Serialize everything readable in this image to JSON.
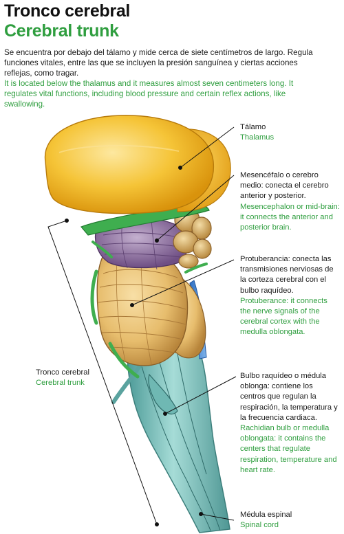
{
  "title": {
    "es": "Tronco cerebral",
    "en": "Cerebral trunk"
  },
  "intro": {
    "es": "Se encuentra por debajo del tálamo y mide cerca de siete centímetros de largo. Regula funciones vitales, entre las que se incluyen la presión sanguínea y ciertas acciones reflejas, como tragar.",
    "en": "It is located below the thalamus and it measures almost seven centimeters long. It regulates vital functions, including blood pressure and certain reflex actions, like swallowing."
  },
  "labels": {
    "thalamus": {
      "es": "Tálamo",
      "en": "Thalamus"
    },
    "midbrain": {
      "es": "Mesencéfalo o cerebro medio: conecta el cerebro anterior y posterior.",
      "en": "Mesencephalon or mid-brain: it connects the anterior and posterior brain."
    },
    "protuberance": {
      "es": "Protuberancia: conecta las transmisiones nerviosas de la corteza cerebral con el bulbo raquídeo.",
      "en": "Protuberance: it connects the nerve signals of the cerebral cortex with the medulla oblongata."
    },
    "medulla": {
      "es": "Bulbo raquídeo o médula oblonga: contiene los centros que regulan la respiración, la temperatura y la frecuencia cardiaca.",
      "en": "Rachidian bulb or medulla oblongata: it contains the centers that regulate respiration, temperature and heart rate."
    },
    "spinal": {
      "es": "Médula espinal",
      "en": "Spinal cord"
    },
    "trunk": {
      "es": "Tronco cerebral",
      "en": "Cerebral trunk"
    }
  },
  "colors": {
    "title_green": "#2f9e3f",
    "thalamus_yellow": "#f2b316",
    "midbrain_purple": "#8b6c9c",
    "pons_tan": "#e3b86a",
    "medulla_teal": "#7fc4c0",
    "tract_green": "#3fae4f",
    "leader_line": "#111111"
  }
}
